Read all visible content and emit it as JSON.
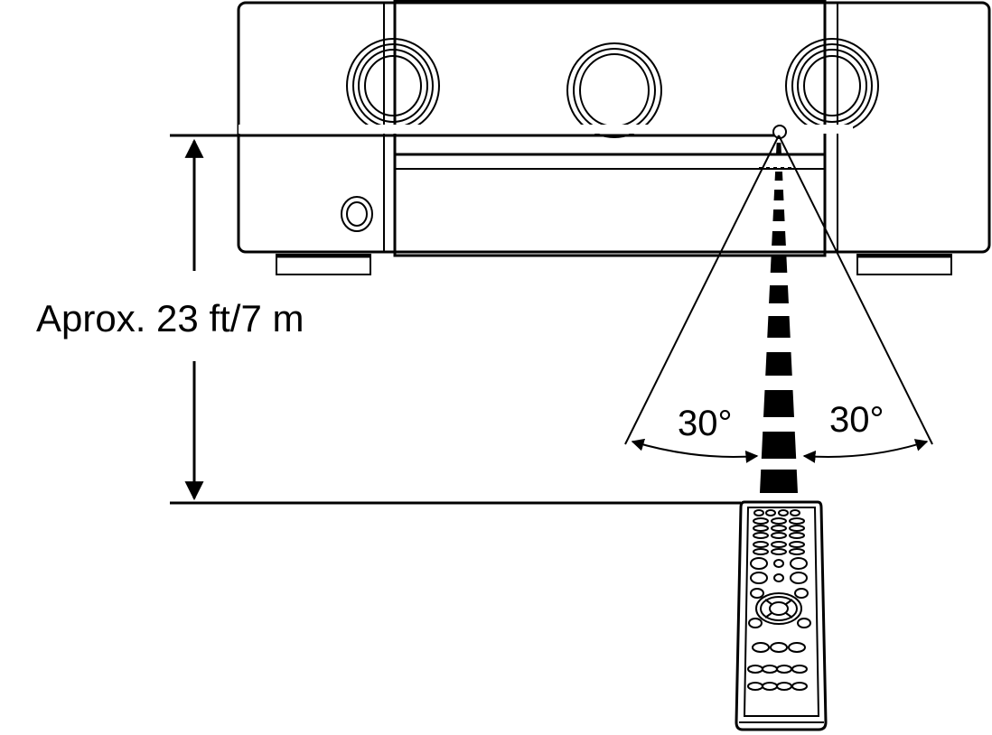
{
  "distance_label": "Aprox. 23 ft/7 m",
  "angle_left_label": "30°",
  "angle_right_label": "30°",
  "colors": {
    "line": "#000000",
    "background": "#ffffff"
  }
}
